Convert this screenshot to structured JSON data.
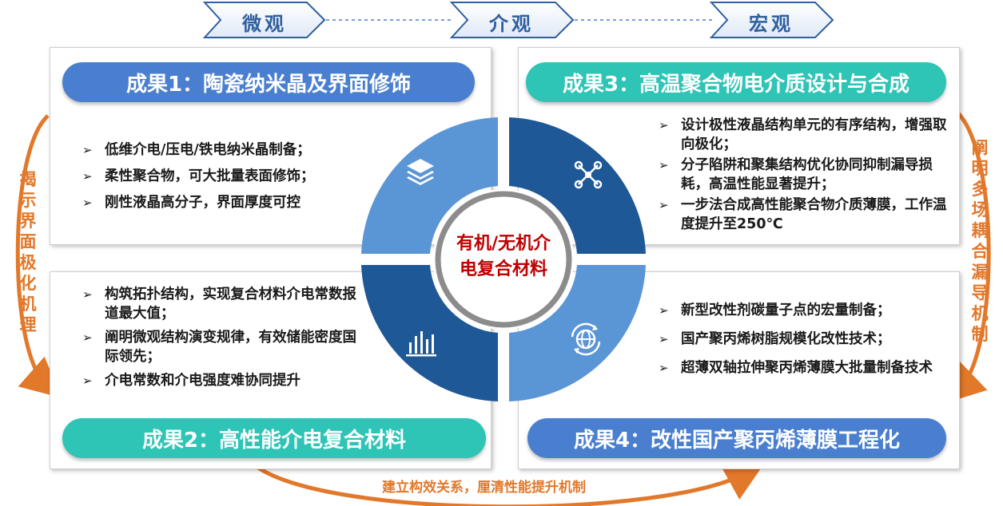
{
  "scale_labels": [
    {
      "label": "微观"
    },
    {
      "label": "介观"
    },
    {
      "label": "宏观"
    }
  ],
  "center": {
    "line1": "有机/无机介",
    "line2": "电复合材料"
  },
  "achievements": [
    {
      "title": "成果1：陶瓷纳米晶及界面修饰",
      "color": "#4a7fd0",
      "icon": "layers-icon",
      "bullets": [
        "低维介电/压电/铁电纳米晶制备；",
        "柔性聚合物，可大批量表面修饰；",
        "刚性液晶高分子，界面厚度可控"
      ]
    },
    {
      "title": "成果2：高性能介电复合材料",
      "color": "#2ec4b6",
      "icon": "bar-chart-icon",
      "bullets": [
        "构筑拓扑结构，实现复合材料介电常数报道最大值；",
        "阐明微观结构演变规律，有效储能密度国际领先；",
        "介电常数和介电强度难协同提升"
      ]
    },
    {
      "title": "成果3：高温聚合物电介质设计与合成",
      "color": "#2ec4b6",
      "icon": "molecule-icon",
      "bullets": [
        "设计极性液晶结构单元的有序结构，增强取向极化；",
        "分子陷阱和聚集结构优化协同抑制漏导损耗，高温性能显著提升；",
        "一步法合成高性能聚合物介质薄膜，工作温度提升至250℃"
      ]
    },
    {
      "title": "成果4：改性国产聚丙烯薄膜工程化",
      "color": "#4a7fd0",
      "icon": "globe-refresh-icon",
      "bullets": [
        "新型改性剂碳量子点的宏量制备；",
        "国产聚丙烯树脂规模化改性技术；",
        "超薄双轴拉伸聚丙烯薄膜大批量制备技术"
      ]
    }
  ],
  "left_arrow_text": "揭示界面极化机理",
  "right_arrow_text": "阐明多场耦合漏导机制",
  "bottom_arrow_text": "建立构效关系，厘清性能提升机制",
  "colors": {
    "blue_light": "#5a95d6",
    "blue_dark": "#1e5896",
    "orange": "#e2782a",
    "center_red": "#c00000",
    "chevron_text": "#2f5f9f"
  }
}
